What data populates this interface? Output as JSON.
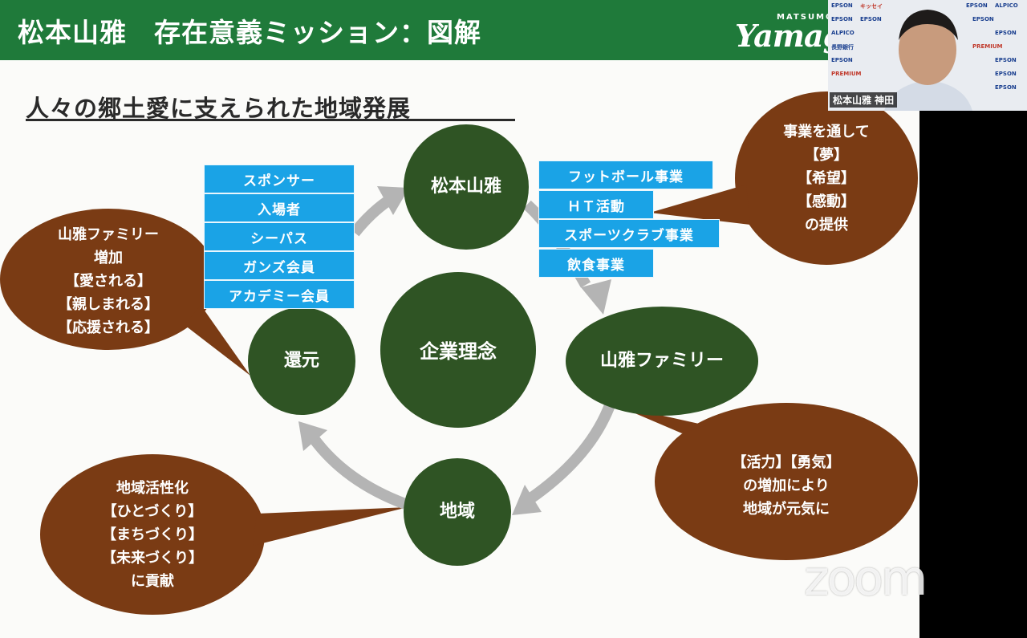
{
  "slide": {
    "header_title": "松本山雅　存在意義ミッション：図解",
    "logo_small": "MATSUMOTO",
    "logo_main": "Yamaga",
    "subtitle": "人々の郷土愛に支えられた地域発展"
  },
  "nodes": {
    "yamaga": "松本山雅",
    "center": "企業理念",
    "family": "山雅ファミリー",
    "region": "地域",
    "return": "還元"
  },
  "tags_left": [
    "スポンサー",
    "入場者",
    "シーパス",
    "ガンズ会員",
    "アカデミー会員"
  ],
  "tags_right": [
    "フットボール事業",
    "ＨＴ活動",
    "スポーツクラブ事業",
    "飲食事業"
  ],
  "bubbles": {
    "top_right": "事業を通して\n【夢】\n【希望】\n【感動】\nの提供",
    "left": "山雅ファミリー\n増加\n【愛される】\n【親しまれる】\n【応援される】",
    "bottom_right": "【活力】【勇気】\nの増加により\n地域が元気に",
    "bottom_left": "地域活性化\n【ひとづくり】\n【まちづくり】\n【未来づくり】\nに貢献"
  },
  "colors": {
    "header_green": "#1f7a3a",
    "node_green": "#2f5424",
    "bubble_brown": "#7a3b14",
    "tag_blue": "#1aa3e6",
    "arrow_gray": "#b4b4b4"
  },
  "video": {
    "participant_name": "松本山雅 神田",
    "sponsor_labels": [
      "EPSON",
      "キッセイ",
      "ALPICO",
      "長野銀行",
      "PREMIUM"
    ],
    "watermark": "zoom"
  }
}
